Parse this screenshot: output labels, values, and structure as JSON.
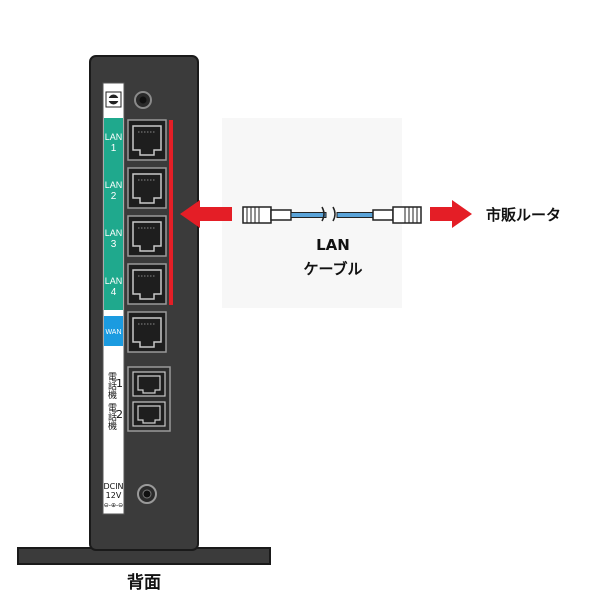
{
  "colors": {
    "device_body": "#3b3b3b",
    "device_outline": "#1a1a1a",
    "panel": "#ffffff",
    "lan_label_bg": "#1fa98d",
    "wan_label_bg": "#1b9be0",
    "highlight": "#e41e26",
    "arrow": "#e41e26",
    "cable": "#5aa3d8"
  },
  "icons": {
    "top_logo": "certification-mark-icon",
    "top_button": "reset-button-icon",
    "power_jack": "dc-jack-icon"
  },
  "device": {
    "lan_ports": [
      {
        "label": "LAN",
        "number": "1"
      },
      {
        "label": "LAN",
        "number": "2"
      },
      {
        "label": "LAN",
        "number": "3"
      },
      {
        "label": "LAN",
        "number": "4"
      }
    ],
    "wan_label": "WAN",
    "phone_label": "電話機",
    "phone_ports": [
      "1",
      "2"
    ],
    "dc_label": "DCIN",
    "dc_voltage": "12V",
    "dc_polarity": "⊖-⊕-⊖",
    "stand_caption": "背面"
  },
  "annotation": {
    "cable_line1": "LAN",
    "cable_line2": "ケーブル",
    "destination": "市販ルータ"
  }
}
